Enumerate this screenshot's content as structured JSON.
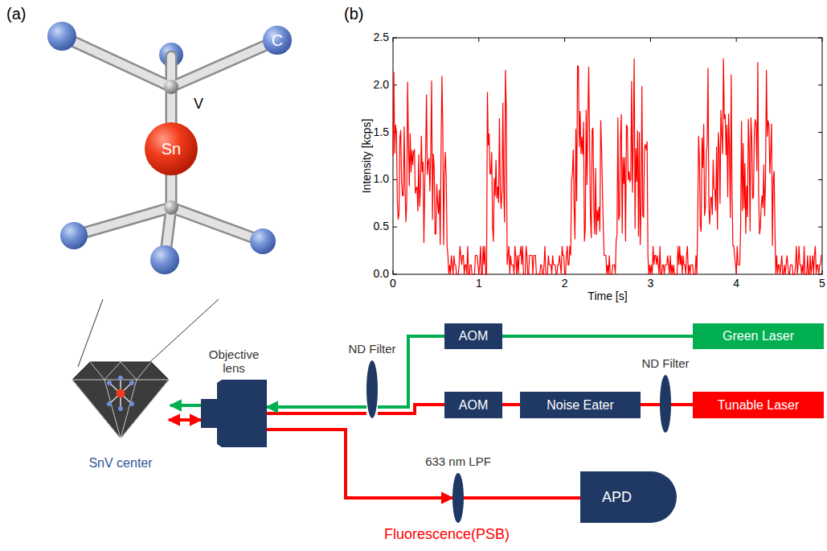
{
  "diagram": {
    "nodes": [
      {
        "text": [
          "SnV center"
        ]
      },
      {
        "text": [
          "Objective lens"
        ]
      },
      {
        "text": [
          "ND Filter"
        ]
      },
      {
        "text": [
          "AOM"
        ]
      },
      {
        "text": [
          "Green Laser"
        ]
      },
      {
        "text": [
          "AOM"
        ]
      },
      {
        "text": [
          "Noise Eater"
        ]
      },
      {
        "text": [
          "ND Filter"
        ]
      },
      {
        "text": [
          "Tunable Laser"
        ]
      },
      {
        "text": [
          "633 nm LPF"
        ]
      },
      {
        "text": [
          "APD"
        ]
      }
    ],
    "edges": [
      {
        "from": 4,
        "to": 3,
        "arrow": "none"
      },
      {
        "from": 3,
        "to": 2,
        "arrow": "none"
      },
      {
        "from": 2,
        "to": 1,
        "arrow": "to"
      },
      {
        "from": 8,
        "to": 7,
        "arrow": "none"
      },
      {
        "from": 7,
        "to": 6,
        "arrow": "none"
      },
      {
        "from": 6,
        "to": 5,
        "arrow": "none"
      },
      {
        "from": 5,
        "to": 2,
        "arrow": "none"
      },
      {
        "from": 1,
        "to": 0,
        "arrow": "both"
      },
      {
        "from": 1,
        "to": 9,
        "arrow": "to"
      },
      {
        "from": 9,
        "to": 10,
        "arrow": "none"
      }
    ],
    "labels": [
      "(a)",
      "(b)",
      "C",
      "V",
      "Sn",
      "Intensity [kcps]",
      "0.0",
      "0.5",
      "1.0",
      "1.5",
      "2.0",
      "2.5",
      "0",
      "1",
      "2",
      "3",
      "4",
      "5",
      "Time [s]",
      "Fluorescence(PSB)"
    ]
  }
}
